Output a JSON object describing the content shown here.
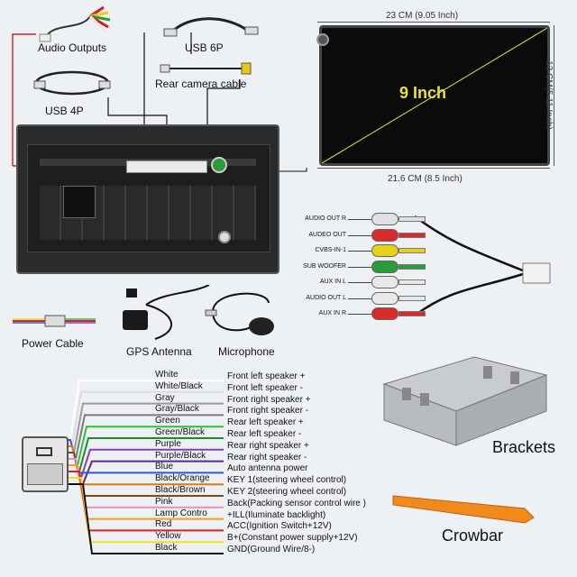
{
  "accessories": {
    "audio_outputs": "Audio Outputs",
    "usb_6p": "USB 6P",
    "rear_camera_cable": "Rear camera cable",
    "usb_4p": "USB 4P",
    "power_cable": "Power Cable",
    "gps_antenna": "GPS Antenna",
    "microphone": "Microphone",
    "brackets": "Brackets",
    "crowbar": "Crowbar"
  },
  "screen": {
    "size_label": "9 Inch",
    "width_top": "23 CM (9.05 Inch)",
    "width_bottom": "21.6 CM (8.5 Inch)",
    "height": "13 CM(5.11 Inch)"
  },
  "rca_ports": [
    {
      "label": "AUDIO OUT R",
      "color": "#e0e0e0"
    },
    {
      "label": "AUDEO OUT",
      "color": "#d92a2a"
    },
    {
      "label": "CVBS-IN-1",
      "color": "#e6d21a"
    },
    {
      "label": "SUB WOOFER",
      "color": "#2a9a3a"
    },
    {
      "label": "AUX IN L",
      "color": "#e8e8e8"
    },
    {
      "label": "AUDIO OUT L",
      "color": "#e8e8e8"
    },
    {
      "label": "AUX IN R",
      "color": "#d92a2a"
    }
  ],
  "wires": [
    {
      "color_name": "White",
      "func": "Front left speaker +",
      "color": "#ffffff"
    },
    {
      "color_name": "White/Black",
      "func": "Front left speaker -",
      "color": "#dcdcdc"
    },
    {
      "color_name": "Gray",
      "func": "Front right speaker +",
      "color": "#9a9a9a"
    },
    {
      "color_name": "Gray/Black",
      "func": "Front right speaker -",
      "color": "#7a7a7a"
    },
    {
      "color_name": "Green",
      "func": "Rear left speaker +",
      "color": "#2fbf3a"
    },
    {
      "color_name": "Green/Black",
      "func": "Rear left speaker -",
      "color": "#1f8a2a"
    },
    {
      "color_name": "Purple",
      "func": "Rear right speaker +",
      "color": "#8a3ac8"
    },
    {
      "color_name": "Purple/Black",
      "func": "Rear right speaker -",
      "color": "#5a2a8a"
    },
    {
      "color_name": "Blue",
      "func": "Auto antenna power",
      "color": "#2a5ae0"
    },
    {
      "color_name": "Black/Orange",
      "func": "KEY 1(steering wheel control)",
      "color": "#d8781a"
    },
    {
      "color_name": "Black/Brown",
      "func": "KEY 2(steering wheel control)",
      "color": "#7a4a1a"
    },
    {
      "color_name": "Pink",
      "func": "Back(Packing sensor control wire )",
      "color": "#f08ac0"
    },
    {
      "color_name": "Lamp Contro",
      "func": "+ILL(Iluminate backlight)",
      "color": "#f0a020"
    },
    {
      "color_name": "Red",
      "func": "ACC(Ignition Switch+12V)",
      "color": "#e02020"
    },
    {
      "color_name": "Yellow",
      "func": "B+(Constant power supply+12V)",
      "color": "#f0e020"
    },
    {
      "color_name": "Black",
      "func": "GND(Ground Wire/8-)",
      "color": "#111111"
    }
  ]
}
